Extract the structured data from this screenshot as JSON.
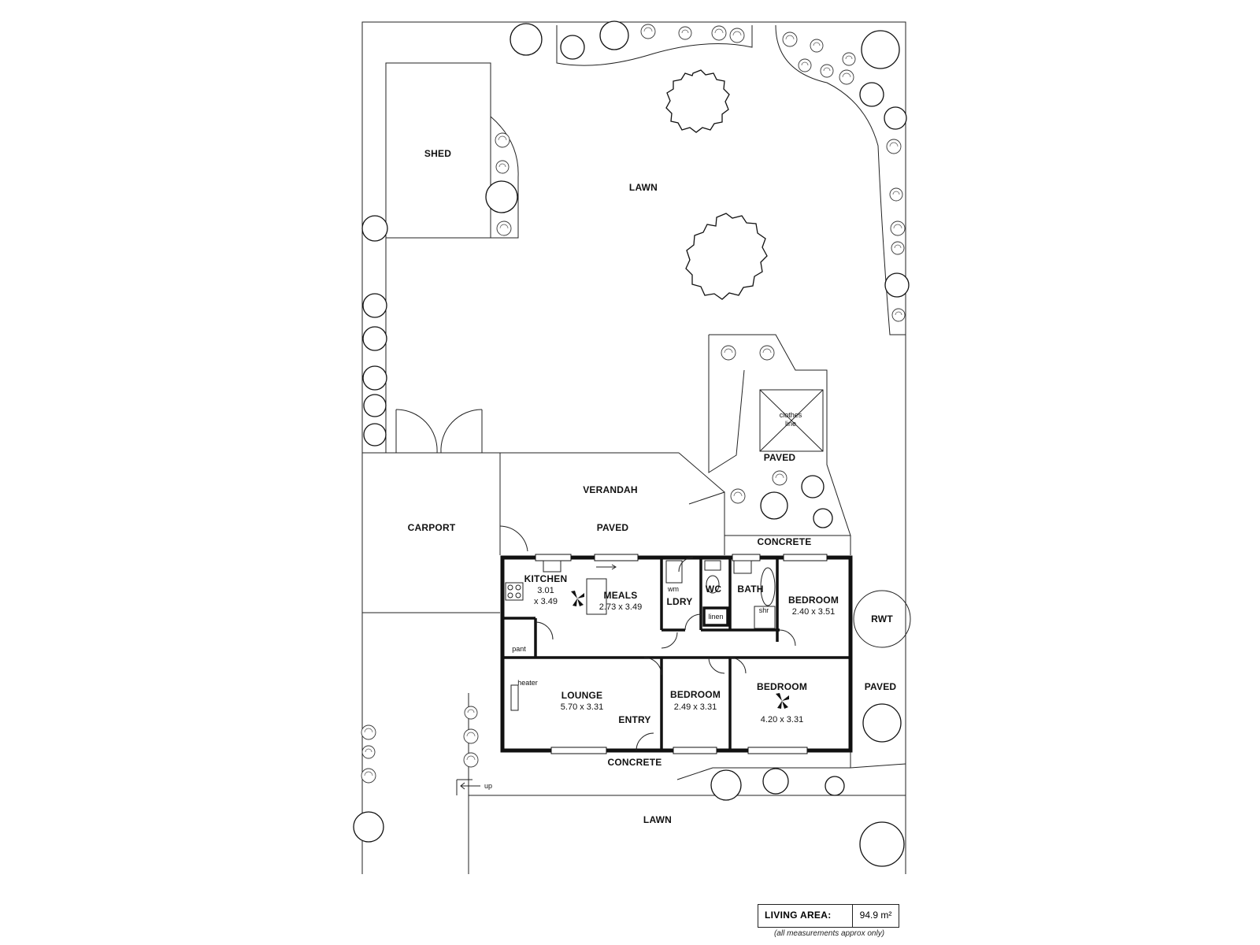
{
  "site": {
    "lawn_upper": "LAWN",
    "lawn_lower": "LAWN",
    "shed": "SHED",
    "carport": "CARPORT",
    "verandah": "VERANDAH",
    "paved_verandah": "PAVED",
    "paved_clothesline": "PAVED",
    "paved_side": "PAVED",
    "concrete_back": "CONCRETE",
    "concrete_front": "CONCRETE",
    "clothes_line": [
      "clothes",
      "line"
    ],
    "rwt": "RWT",
    "up": "up"
  },
  "rooms": {
    "kitchen": {
      "name": "KITCHEN",
      "dim_a": "3.01",
      "dim_b": "x 3.49"
    },
    "meals": {
      "name": "MEALS",
      "dim": "2.73 x 3.49"
    },
    "laundry": {
      "name": "LDRY",
      "wm": "wm"
    },
    "wc": {
      "name": "WC"
    },
    "bath": {
      "name": "BATH",
      "shower": "shr"
    },
    "linen": "linen",
    "bedroom_back": {
      "name": "BEDROOM",
      "dim": "2.40 x 3.51"
    },
    "pantry": "pant",
    "lounge": {
      "name": "LOUNGE",
      "dim": "5.70 x 3.31",
      "heater": "heater"
    },
    "entry": "ENTRY",
    "bedroom_mid": {
      "name": "BEDROOM",
      "dim": "2.49 x 3.31"
    },
    "bedroom_main": {
      "name": "BEDROOM",
      "dim": "4.20 x 3.31"
    }
  },
  "legend": {
    "label": "LIVING AREA:",
    "value": "94.9 m²",
    "note": "(all measurements approx only)"
  },
  "colors": {
    "ink": "#111111",
    "paper": "#ffffff"
  }
}
